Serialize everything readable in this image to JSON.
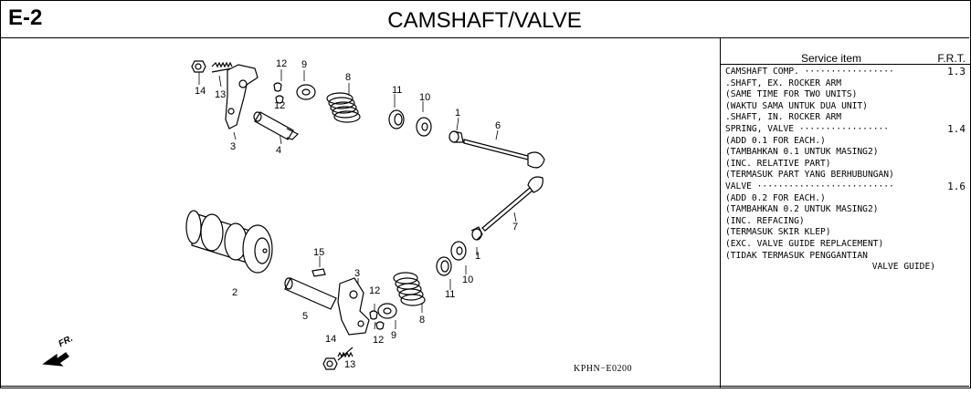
{
  "header": {
    "code": "E-2",
    "title": "CAMSHAFT/VALVE"
  },
  "diagram": {
    "figure_code": "KPHN−E0200",
    "direction_label": "FR.",
    "callouts": [
      "14",
      "13",
      "12",
      "12",
      "9",
      "8",
      "11",
      "10",
      "1",
      "6",
      "3",
      "4",
      "2",
      "15",
      "5",
      "3",
      "12",
      "12",
      "14",
      "13",
      "9",
      "8",
      "11",
      "10",
      "1",
      "7"
    ]
  },
  "service_table": {
    "col_item": "Service item",
    "col_frt": "F.R.T.",
    "rows": [
      {
        "text": "CAMSHAFT COMP. ·················",
        "frt": "1.3"
      },
      {
        "text": ".SHAFT, EX. ROCKER ARM",
        "frt": ""
      },
      {
        "text": "(SAME TIME FOR TWO UNITS)",
        "frt": ""
      },
      {
        "text": "(WAKTU SAMA UNTUK DUA UNIT)",
        "frt": ""
      },
      {
        "text": ".SHAFT, IN. ROCKER ARM",
        "frt": ""
      },
      {
        "text": "SPRING, VALVE ·················",
        "frt": "1.4"
      },
      {
        "text": "(ADD 0.1 FOR EACH.)",
        "frt": ""
      },
      {
        "text": "(TAMBAHKAN 0.1 UNTUK MASING2)",
        "frt": ""
      },
      {
        "text": "(INC. RELATIVE PART)",
        "frt": ""
      },
      {
        "text": "(TERMASUK PART YANG BERHUBUNGAN)",
        "frt": ""
      },
      {
        "text": "VALVE ··························",
        "frt": "1.6"
      },
      {
        "text": "(ADD 0.2 FOR EACH.)",
        "frt": ""
      },
      {
        "text": "(TAMBAHKAN 0.2 UNTUK MASING2)",
        "frt": ""
      },
      {
        "text": "(INC. REFACING)",
        "frt": ""
      },
      {
        "text": "(TERMASUK SKIR KLEP)",
        "frt": ""
      },
      {
        "text": "(EXC. VALVE GUIDE REPLACEMENT)",
        "frt": ""
      },
      {
        "text": "(TIDAK TERMASUK PENGGANTIAN",
        "frt": ""
      },
      {
        "text": "VALVE GUIDE)",
        "frt": "",
        "align": "right"
      }
    ]
  }
}
